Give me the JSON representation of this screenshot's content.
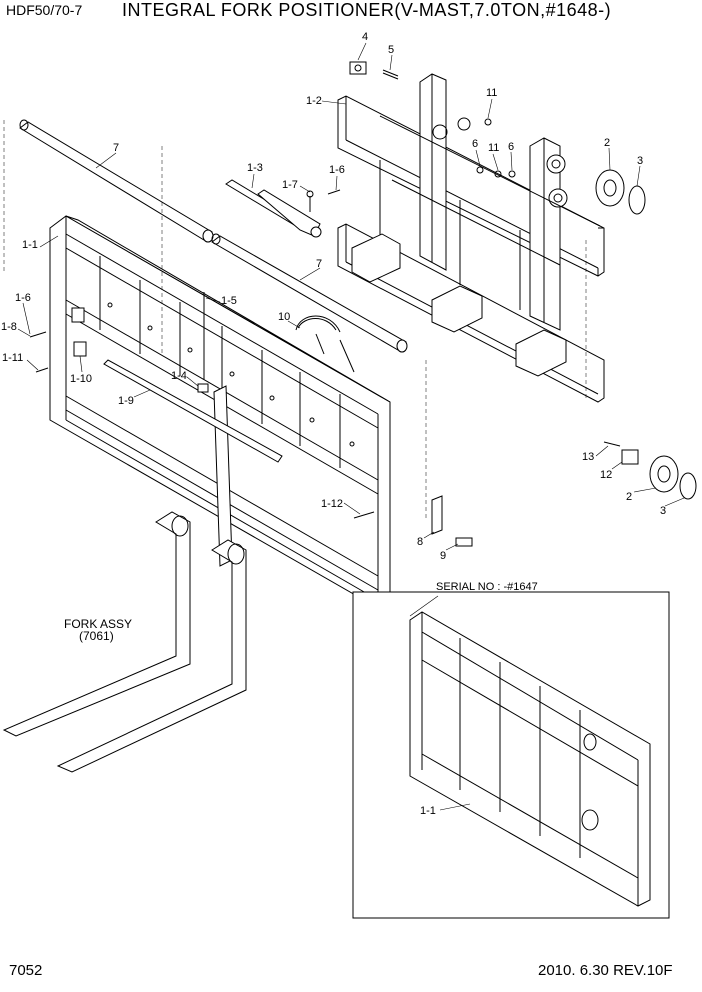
{
  "header": {
    "model": "HDF50/70-7",
    "title": "INTEGRAL FORK POSITIONER(V-MAST,7.0TON,#1648-)"
  },
  "footer": {
    "page_number": "7052",
    "revision": "2010. 6.30  REV.10F"
  },
  "inset": {
    "serial_label": "SERIAL NO : -#1647",
    "part_label": "1-1"
  },
  "fork": {
    "label_line1": "FORK ASSY",
    "label_line2": "(7061)"
  },
  "callouts": [
    "4",
    "5",
    "1-2",
    "11",
    "6",
    "11",
    "6",
    "2",
    "3",
    "7",
    "1-3",
    "1-6",
    "1-7",
    "1-1",
    "7",
    "1-6",
    "1-8",
    "1-5",
    "10",
    "1-11",
    "1-10",
    "1-4",
    "1-9",
    "13",
    "12",
    "2",
    "3",
    "1-12",
    "8",
    "9"
  ]
}
